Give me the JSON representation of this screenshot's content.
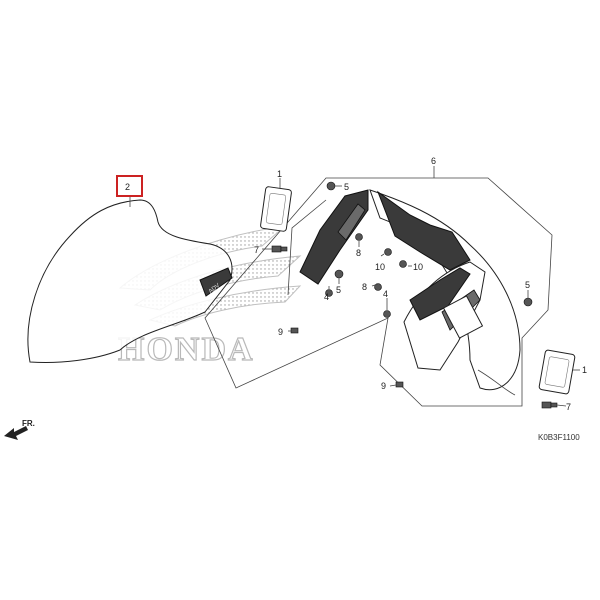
{
  "callouts": {
    "c1a": "1",
    "c1b": "1",
    "c2": "2",
    "c4a": "4",
    "c4b": "4",
    "c5a": "5",
    "c5b": "5",
    "c5c": "5",
    "c6": "6",
    "c7a": "7",
    "c7b": "7",
    "c8a": "8",
    "c8b": "8",
    "c9a": "9",
    "c9b": "9",
    "c10a": "10",
    "c10b": "10"
  },
  "direction_label": "FR.",
  "diagram_code": "K0B3F1100",
  "watermark": "HONDA",
  "emblem_text": "ADV",
  "highlight_color": "#cc2222"
}
